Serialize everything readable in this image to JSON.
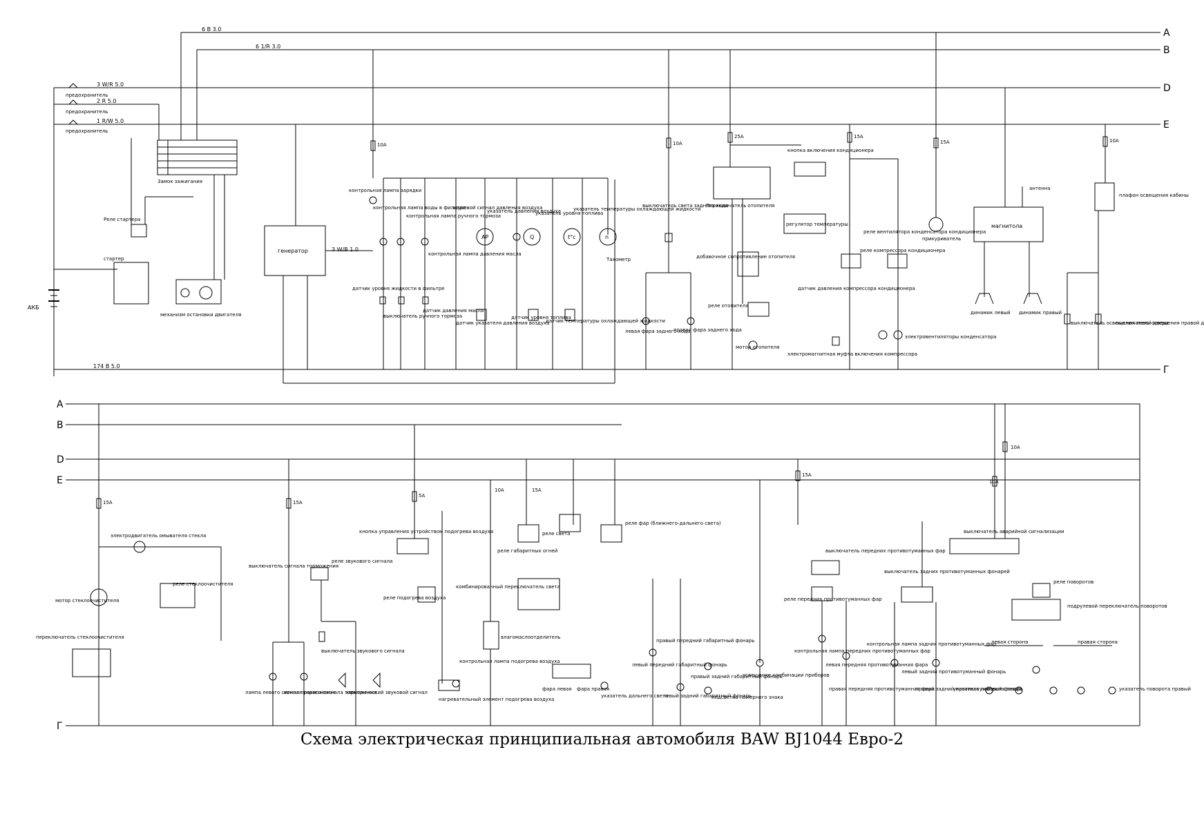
{
  "caption": "Схема электрическая принципиальная автомобиля BAW BJ1044 Евро-2",
  "buses": {
    "top": [
      "A",
      "B",
      "D",
      "E",
      "Г"
    ],
    "bottom": [
      "A",
      "B",
      "D",
      "E",
      "Г"
    ]
  },
  "top_wires": {
    "a": "6 B 3.0",
    "b": "6 1/R 3.0",
    "d": "3 W/R 5.0",
    "e1": "2 R 5.0",
    "e2": "1 R/W 5.0",
    "ground": "174 B 5.0",
    "gen_out": "3 W/B 1.0"
  },
  "labels_top": {
    "fuse": "предохранитель",
    "battery": "АКБ",
    "ignition_switch": "Замок зажигания",
    "starter_relay": "Реле стартера",
    "starter": "стартер",
    "engine_stop": "механизм остановки двигателя",
    "generator": "генератор",
    "charge_lamp": "контрольная лампа зарядки",
    "fuel_filter_lamp": "контрольная лампа воды в фильтре",
    "parking_brake_lamp": "контрольная лампа ручного тормоза",
    "oil_lamp": "контрольная лампа давления масла",
    "pressure_buzzer": "звуковой сигнал давления воздуха",
    "air_gauge": "указатель давления воздуха",
    "fuel_gauge": "указатель уровня топлива",
    "temp_gauge": "указатель температуры охлаждающей жидкости",
    "tachometer": "Тахометр",
    "water_sensor": "датчик уровня жидкости в фильтре",
    "brake_switch": "выключатель ручного тормоза",
    "oil_switch": "датчик давления масла",
    "air_sensor": "датчик указателя давления воздуха",
    "fuel_sensor": "датчик уровня топлива",
    "temp_sensor": "датчик температуры охлаждающей жидкости",
    "reverse_switch": "выключатель света заднего хода",
    "reverse_left": "левая фара заднего хода",
    "reverse_right": "правая фара заднего хода",
    "heater_switch": "Переключатель отопителя",
    "heater_resistor": "добавочное сопротивление отопителя",
    "heater_relay": "реле отопителя",
    "heater_motor": "мотор отопителя",
    "ac_button": "кнопка включения кондиционера",
    "thermostat": "регулятор температуры",
    "compressor_relay": "реле компрессора кондиционера",
    "fan_relay": "реле вентилятора конденсатора кондиционера",
    "pressure_switch": "датчик давления компрессора кондиционера",
    "clutch": "электромагнитная муфта включения компрессора",
    "condenser_fans": "электровентиляторы конденсатора",
    "lighter": "прикуриватель",
    "radio": "магнитола",
    "antenna": "антенна",
    "left_speaker": "динамик левый",
    "right_speaker": "динамик правый",
    "cab_lamp": "плафон освещения кабины",
    "door_switch_left": "выключатель освещения левой двери",
    "door_switch_right": "выключатель освещения правой двери"
  },
  "labels_bottom": {
    "washer_motor": "электродвигатель омывателя стекла",
    "wiper_motor": "мотор стеклоочистителя",
    "wiper_relay": "реле стеклоочистителя",
    "wiper_switch": "переключатель стеклоочистителя",
    "brake_light_switch": "выключатель сигнала торможения",
    "horn_relay": "реле звукового сигнала",
    "horn_switch": "выключатель звукового сигнала",
    "horns": "электрический звуковой сигнал",
    "stop_left": "лампа левого сигнала торможения",
    "stop_right": "лампа правого сигнала торможения",
    "preheat_button": "кнопка управления устройством подогрева воздуха",
    "preheat_relay": "реле подогрева воздуха",
    "preheat_lamp": "контрольная лампа подогрева воздуха",
    "heating_element": "нагревательный элемент подогрева воздуха",
    "separator": "влагомаслоотделитель",
    "combo_switch": "комбинированный переключатель света",
    "dimensions_relay": "реле габаритных огней",
    "light_relay": "реле света",
    "high_beam_relay": "реле фар (ближнего-дальнего света)",
    "head_left": "фара левая",
    "head_right": "фара правая",
    "high_beam_lamp": "указатель дальнего света",
    "front_left_pos": "левый передний габаритный фонарь",
    "front_right_pos": "правый передний габаритный фонарь",
    "rear_left_pos": "левый задний габаритный фонарь",
    "rear_right_pos": "правый задний габаритный фонарь",
    "plate_light": "подсветка номерного знака",
    "panel_light": "освещение комбинации приборов",
    "front_fog_switch": "выключатель передних противотуманных фар",
    "front_fog_relay": "реле передних противотуманных фар",
    "front_fog_lamp": "контрольная лампа передних противотуманных фар",
    "front_fog_left": "левая передняя противотуманная фара",
    "front_fog_right": "правая передняя противотуманная фара",
    "rear_fog_switch": "выключатель задних противотуманных фонарей",
    "rear_fog_lamp": "контрольная лампа задних противотуманных фар",
    "rear_fog_left": "левый задний противотуманный фонарь",
    "rear_fog_right": "правый задний противотуманный фонарь",
    "hazard_switch": "выключатель аварийной сигнализации",
    "flasher": "реле поворотов",
    "turn_switch": "подрулевой переключатель поворотов",
    "left_side": "левая сторона",
    "right_side": "правая сторона",
    "turn_left_ind": "указатель поворота левый",
    "turn_right_ind": "указатель поворота правый"
  },
  "fuse_ratings": [
    "10A",
    "10A",
    "25A",
    "15A",
    "15A",
    "10A",
    "15A",
    "15A",
    "5A",
    "10A",
    "15A",
    "15A",
    "10A",
    "10A"
  ]
}
